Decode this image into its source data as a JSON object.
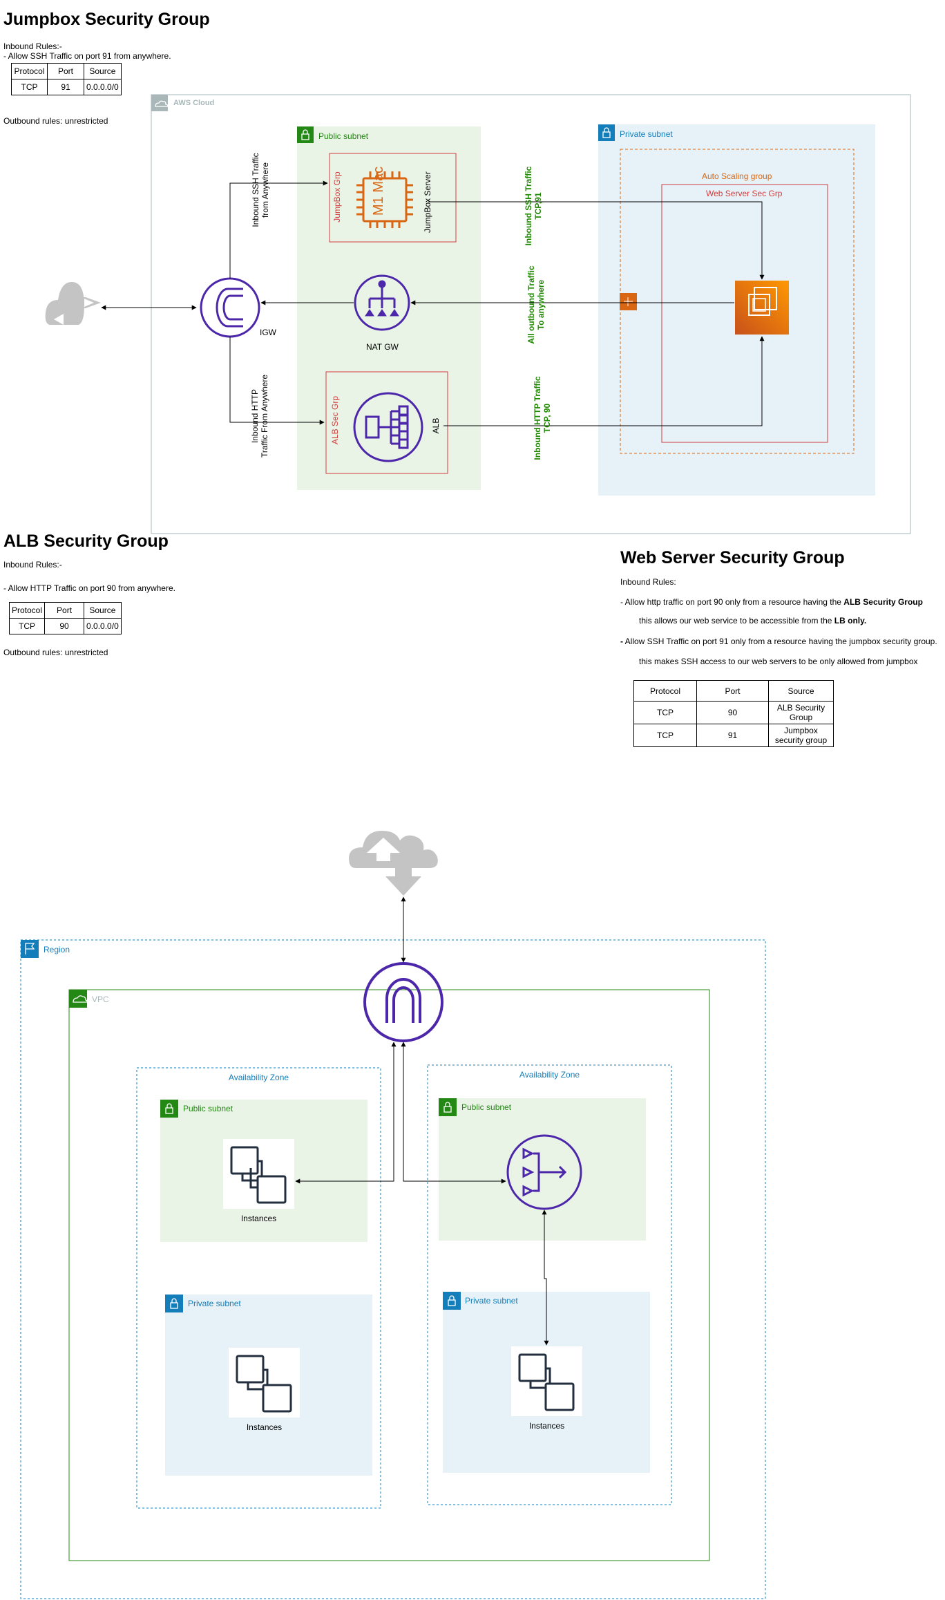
{
  "jumpbox": {
    "title": "Jumpbox Security Group",
    "inbound_heading": "Inbound Rules:-",
    "rule": "- Allow SSH Traffic on port 91 from anywhere.",
    "table_headers": [
      "Protocol",
      "Port",
      "Source"
    ],
    "table_row": [
      "TCP",
      "91",
      "0.0.0.0/0"
    ],
    "outbound": "Outbound rules: unrestricted"
  },
  "alb_sg": {
    "title": "ALB Security Group",
    "inbound_heading": "Inbound Rules:-",
    "rule": "- Allow HTTP Traffic on port 90 from anywhere.",
    "table_headers": [
      "Protocol",
      "Port",
      "Source"
    ],
    "table_row": [
      "TCP",
      "90",
      "0.0.0.0/0"
    ],
    "outbound": "Outbound rules: unrestricted"
  },
  "web_sg": {
    "title": "Web Server Security Group",
    "inbound_heading": "Inbound Rules:",
    "rule1_prefix": "- Allow http traffic on port 90 only from a resource having the ",
    "rule1_bold": "ALB Security Group",
    "rule1_note_prefix": "this allows our web service to be accessible from the ",
    "rule1_note_bold": "LB only.",
    "rule2_dash": "-",
    "rule2_text": " Allow SSH Traffic on port 91 only from a resource having the jumpbox security group.",
    "rule2_note": "this makes SSH access to our web servers to be only allowed from jumpbox",
    "table_headers": [
      "Protocol",
      "Port",
      "Source"
    ],
    "rows": [
      [
        "TCP",
        "90",
        "ALB Security Group"
      ],
      [
        "TCP",
        "91",
        "Jumpbox security group"
      ]
    ]
  },
  "diagram1": {
    "aws_cloud": "AWS Cloud",
    "public_subnet": "Public subnet",
    "private_subnet": "Private subnet",
    "asg": "Auto Scaling group",
    "web_sg": "Web Server Sec Grp",
    "jumpbox_grp": "JumpBox Grp",
    "jumpbox_server": "JumpBox Server",
    "chip_text": "M1 Mac",
    "nat_gw": "NAT GW",
    "igw": "IGW",
    "alb_sec_grp": "ALB Sec Grp",
    "alb": "ALB",
    "inbound_ssh_anywhere": [
      "Inbound SSH Traffic",
      "from Anywhere"
    ],
    "inbound_http_anywhere": [
      "Inbound HTTP",
      "Traffic From Anywhere"
    ],
    "inbound_ssh_tcp": [
      "Inbound SSH Traffic",
      "TCP,91"
    ],
    "all_outbound": [
      "All outbound Traffic",
      "To anywhere"
    ],
    "inbound_http_tcp": [
      "Inbound HTTP Traffic",
      "TCP, 90"
    ]
  },
  "diagram2": {
    "region": "Region",
    "vpc": "VPC",
    "az1": "Availability Zone",
    "az2": "Availability Zone",
    "public_subnet1": "Public subnet",
    "public_subnet2": "Public subnet",
    "private_subnet1": "Private subnet",
    "private_subnet2": "Private subnet",
    "instances1": "Instances",
    "instances2": "Instances",
    "instances3": "Instances"
  },
  "colors": {
    "aws_purple": "#4d27aa",
    "subnet_green_bg": "#e9f3e6",
    "subnet_green": "#248814",
    "subnet_blue_bg": "#e6f2f8",
    "subnet_blue": "#147eba",
    "sg_red": "#d33c3c",
    "asg_orange": "#d86613",
    "label_green": "#1e8900"
  }
}
